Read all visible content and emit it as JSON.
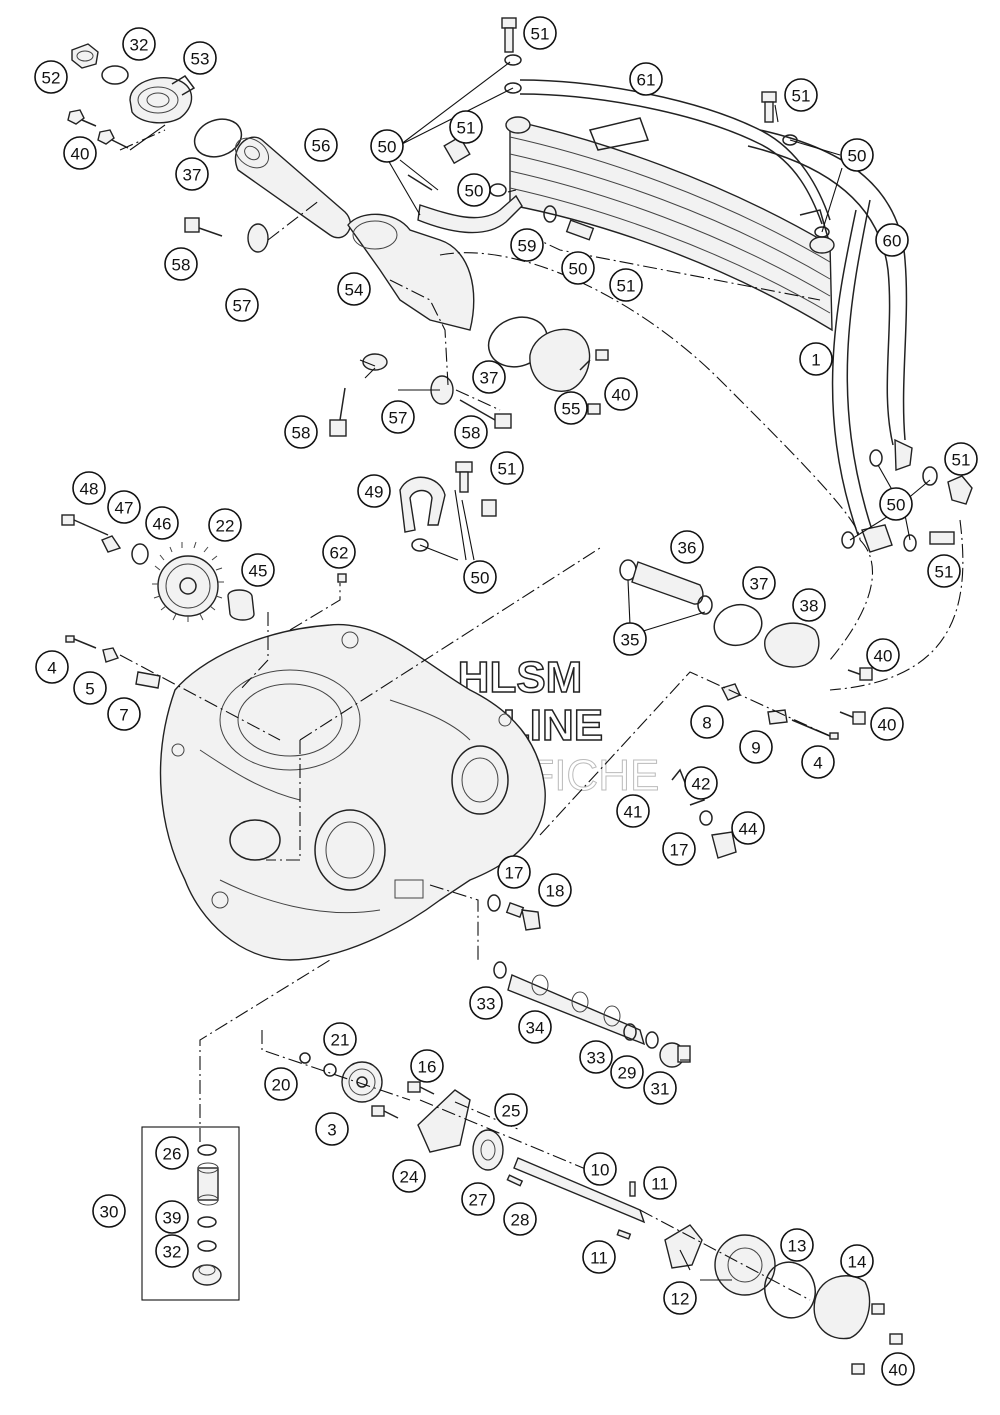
{
  "watermark": {
    "line1": "HLSM",
    "line2": "ONLINE",
    "line3": "MICROFICHE"
  },
  "callouts": [
    {
      "id": "c51a",
      "label": "51"
    },
    {
      "id": "c32a",
      "label": "32"
    },
    {
      "id": "c53",
      "label": "53"
    },
    {
      "id": "c52",
      "label": "52"
    },
    {
      "id": "c61",
      "label": "61"
    },
    {
      "id": "c51b",
      "label": "51"
    },
    {
      "id": "c40a",
      "label": "40"
    },
    {
      "id": "c37a",
      "label": "37"
    },
    {
      "id": "c56",
      "label": "56"
    },
    {
      "id": "c50a",
      "label": "50"
    },
    {
      "id": "c51c",
      "label": "51"
    },
    {
      "id": "c50b",
      "label": "50"
    },
    {
      "id": "c50c",
      "label": "50"
    },
    {
      "id": "c60",
      "label": "60"
    },
    {
      "id": "c59",
      "label": "59"
    },
    {
      "id": "c50d",
      "label": "50"
    },
    {
      "id": "c51d",
      "label": "51"
    },
    {
      "id": "c58a",
      "label": "58"
    },
    {
      "id": "c57a",
      "label": "57"
    },
    {
      "id": "c54",
      "label": "54"
    },
    {
      "id": "c1",
      "label": "1"
    },
    {
      "id": "c37b",
      "label": "37"
    },
    {
      "id": "c40b",
      "label": "40"
    },
    {
      "id": "c55",
      "label": "55"
    },
    {
      "id": "c57b",
      "label": "57"
    },
    {
      "id": "c58b",
      "label": "58"
    },
    {
      "id": "c58c",
      "label": "58"
    },
    {
      "id": "c51e",
      "label": "51"
    },
    {
      "id": "c51f",
      "label": "51"
    },
    {
      "id": "c48",
      "label": "48"
    },
    {
      "id": "c49",
      "label": "49"
    },
    {
      "id": "c50e",
      "label": "50"
    },
    {
      "id": "c47",
      "label": "47"
    },
    {
      "id": "c46",
      "label": "46"
    },
    {
      "id": "c22",
      "label": "22"
    },
    {
      "id": "c62",
      "label": "62"
    },
    {
      "id": "c50f",
      "label": "50"
    },
    {
      "id": "c36",
      "label": "36"
    },
    {
      "id": "c51g",
      "label": "51"
    },
    {
      "id": "c45",
      "label": "45"
    },
    {
      "id": "c37c",
      "label": "37"
    },
    {
      "id": "c38",
      "label": "38"
    },
    {
      "id": "c35",
      "label": "35"
    },
    {
      "id": "c40c",
      "label": "40"
    },
    {
      "id": "c4a",
      "label": "4"
    },
    {
      "id": "c5",
      "label": "5"
    },
    {
      "id": "c7",
      "label": "7"
    },
    {
      "id": "c8",
      "label": "8"
    },
    {
      "id": "c40d",
      "label": "40"
    },
    {
      "id": "c9",
      "label": "9"
    },
    {
      "id": "c4b",
      "label": "4"
    },
    {
      "id": "c42",
      "label": "42"
    },
    {
      "id": "c41",
      "label": "41"
    },
    {
      "id": "c44",
      "label": "44"
    },
    {
      "id": "c17a",
      "label": "17"
    },
    {
      "id": "c17b",
      "label": "17"
    },
    {
      "id": "c18",
      "label": "18"
    },
    {
      "id": "c33a",
      "label": "33"
    },
    {
      "id": "c34",
      "label": "34"
    },
    {
      "id": "c21",
      "label": "21"
    },
    {
      "id": "c33b",
      "label": "33"
    },
    {
      "id": "c16",
      "label": "16"
    },
    {
      "id": "c29",
      "label": "29"
    },
    {
      "id": "c20",
      "label": "20"
    },
    {
      "id": "c31",
      "label": "31"
    },
    {
      "id": "c25",
      "label": "25"
    },
    {
      "id": "c3",
      "label": "3"
    },
    {
      "id": "c26",
      "label": "26"
    },
    {
      "id": "c10",
      "label": "10"
    },
    {
      "id": "c24",
      "label": "24"
    },
    {
      "id": "c11a",
      "label": "11"
    },
    {
      "id": "c27",
      "label": "27"
    },
    {
      "id": "c30",
      "label": "30"
    },
    {
      "id": "c28",
      "label": "28"
    },
    {
      "id": "c39",
      "label": "39"
    },
    {
      "id": "c13",
      "label": "13"
    },
    {
      "id": "c11b",
      "label": "11"
    },
    {
      "id": "c14",
      "label": "14"
    },
    {
      "id": "c32b",
      "label": "32"
    },
    {
      "id": "c12",
      "label": "12"
    },
    {
      "id": "c40e",
      "label": "40"
    }
  ]
}
